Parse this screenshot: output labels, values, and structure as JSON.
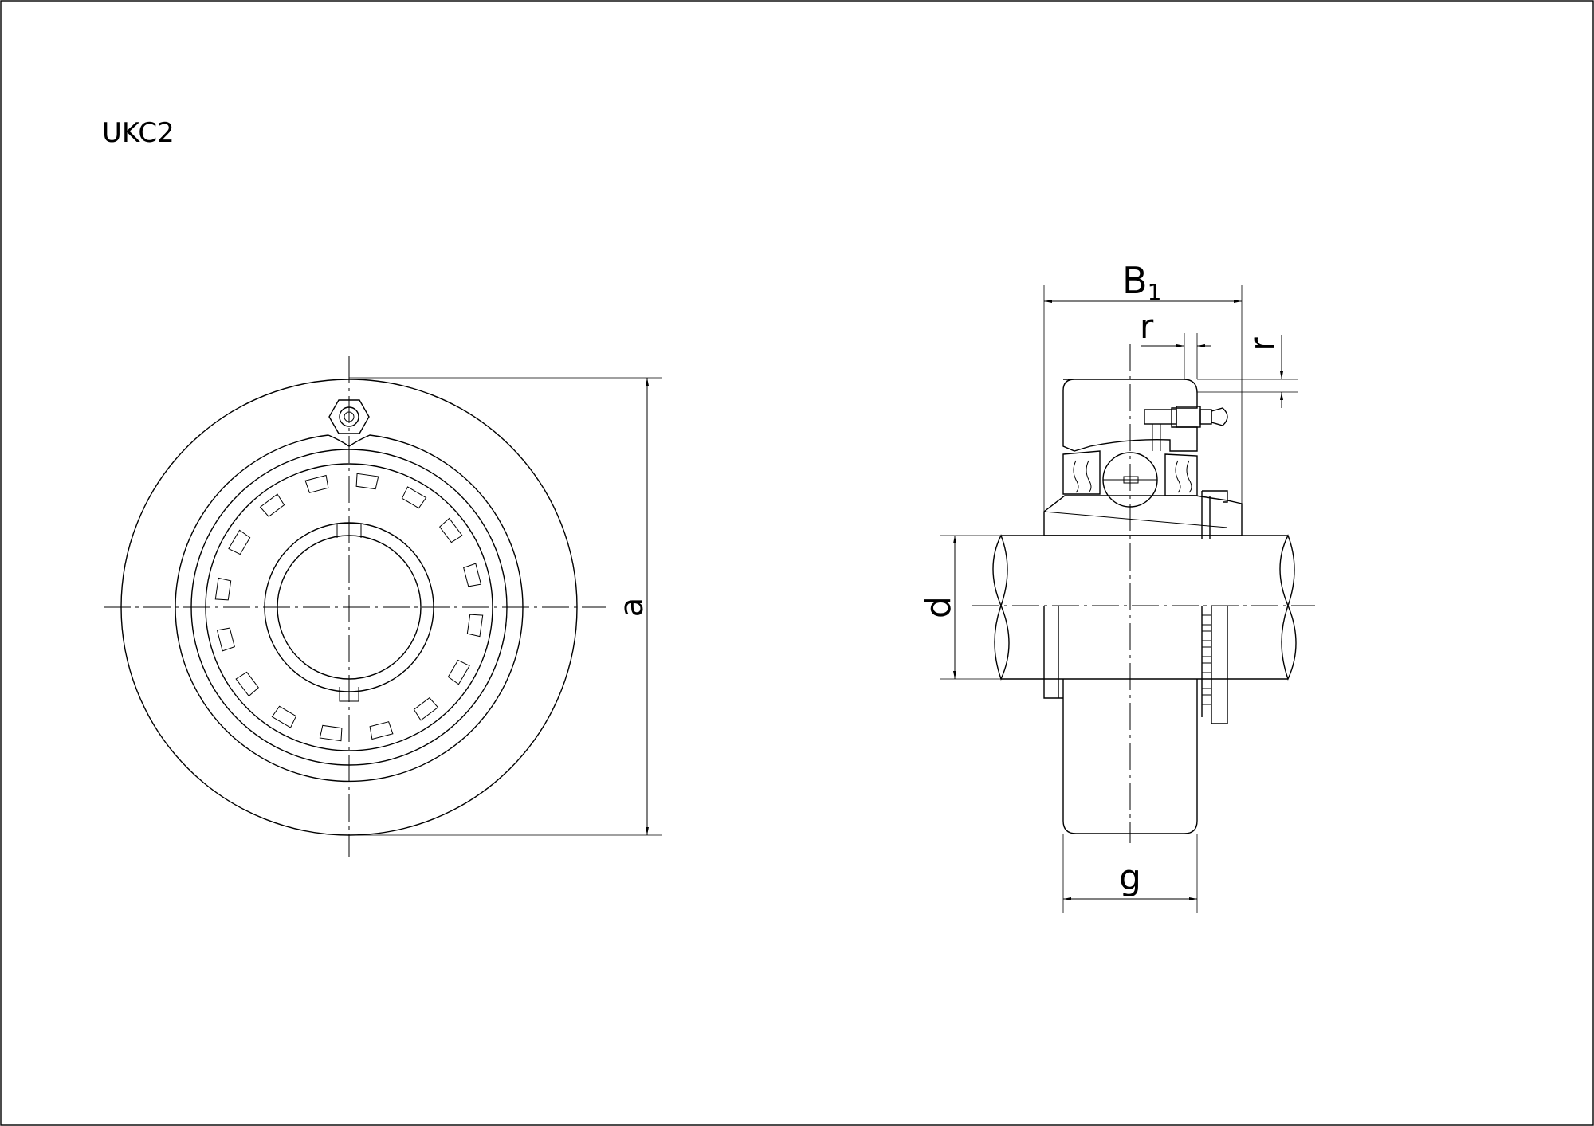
{
  "title": "UKC2",
  "dimensions": {
    "a": "a",
    "d": "d",
    "g": "g",
    "b": "B",
    "b_sub": "1",
    "r_horizontal": "r",
    "r_vertical": "r"
  }
}
